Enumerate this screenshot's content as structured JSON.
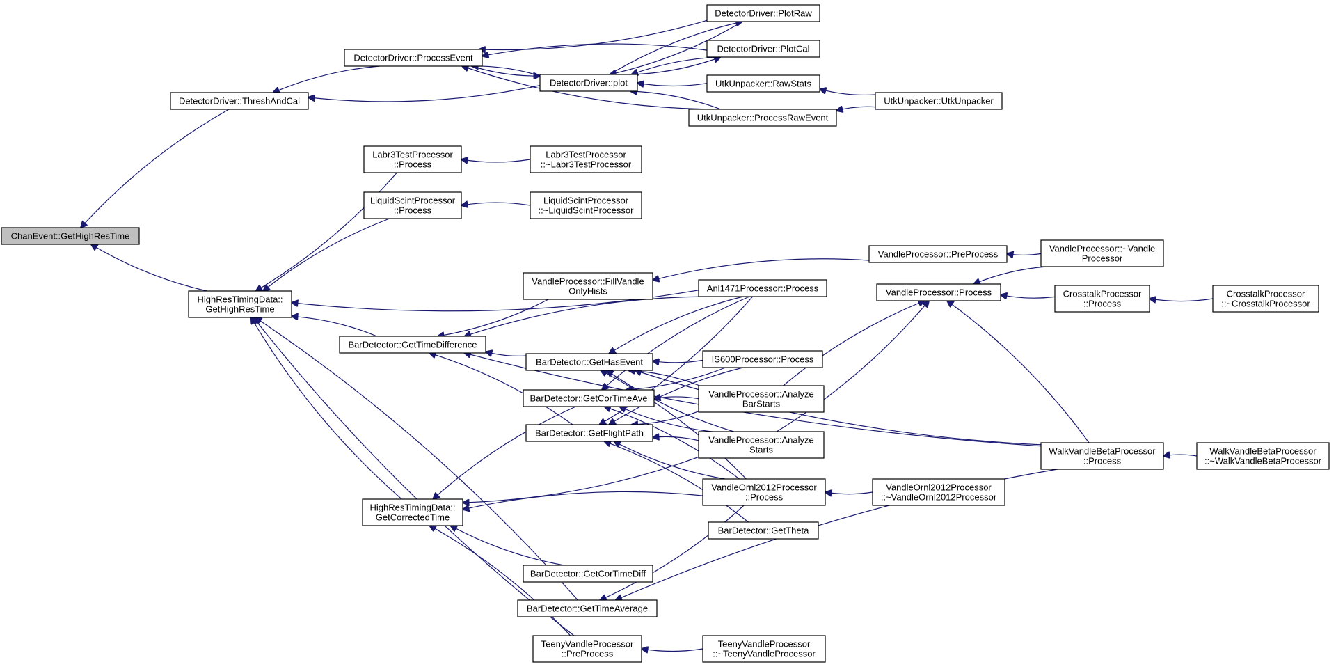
{
  "graph": {
    "kind": "doxygen-caller-graph",
    "edge_color": "#191970",
    "root_fill": "#bfbfbf",
    "nodes": [
      {
        "id": "chanevent",
        "lines": [
          "ChanEvent::GetHighResTime"
        ],
        "root": true
      },
      {
        "id": "threshandcal",
        "lines": [
          "DetectorDriver::ThreshAndCal"
        ]
      },
      {
        "id": "processevent",
        "lines": [
          "DetectorDriver::ProcessEvent"
        ]
      },
      {
        "id": "plot",
        "lines": [
          "DetectorDriver::plot"
        ]
      },
      {
        "id": "plotraw",
        "lines": [
          "DetectorDriver::PlotRaw"
        ]
      },
      {
        "id": "plotcal",
        "lines": [
          "DetectorDriver::PlotCal"
        ]
      },
      {
        "id": "rawstats",
        "lines": [
          "UtkUnpacker::RawStats"
        ]
      },
      {
        "id": "processrawevent",
        "lines": [
          "UtkUnpacker::ProcessRawEvent"
        ]
      },
      {
        "id": "utkunpacker",
        "lines": [
          "UtkUnpacker::UtkUnpacker"
        ]
      },
      {
        "id": "labr3process",
        "lines": [
          "Labr3TestProcessor",
          "::Process"
        ]
      },
      {
        "id": "labr3dtor",
        "lines": [
          "Labr3TestProcessor",
          "::~Labr3TestProcessor"
        ]
      },
      {
        "id": "liquidprocess",
        "lines": [
          "LiquidScintProcessor",
          "::Process"
        ]
      },
      {
        "id": "liquiddtor",
        "lines": [
          "LiquidScintProcessor",
          "::~LiquidScintProcessor"
        ]
      },
      {
        "id": "hrtgethighrestime",
        "lines": [
          "HighResTimingData::",
          "GetHighResTime"
        ]
      },
      {
        "id": "vandlepreprocess",
        "lines": [
          "VandleProcessor::PreProcess"
        ]
      },
      {
        "id": "vandledtor",
        "lines": [
          "VandleProcessor::~Vandle",
          "Processor"
        ]
      },
      {
        "id": "fillvandle",
        "lines": [
          "VandleProcessor::FillVandle",
          "OnlyHists"
        ]
      },
      {
        "id": "anl1471",
        "lines": [
          "Anl1471Processor::Process"
        ]
      },
      {
        "id": "vandleprocess",
        "lines": [
          "VandleProcessor::Process"
        ]
      },
      {
        "id": "crosstalkprocess",
        "lines": [
          "CrosstalkProcessor",
          "::Process"
        ]
      },
      {
        "id": "crosstalkdtor",
        "lines": [
          "CrosstalkProcessor",
          "::~CrosstalkProcessor"
        ]
      },
      {
        "id": "gettimediff",
        "lines": [
          "BarDetector::GetTimeDifference"
        ]
      },
      {
        "id": "gethasevent",
        "lines": [
          "BarDetector::GetHasEvent"
        ]
      },
      {
        "id": "is600",
        "lines": [
          "IS600Processor::Process"
        ]
      },
      {
        "id": "getcortimeave",
        "lines": [
          "BarDetector::GetCorTimeAve"
        ]
      },
      {
        "id": "analyzebarstarts",
        "lines": [
          "VandleProcessor::Analyze",
          "BarStarts"
        ]
      },
      {
        "id": "getflightpath",
        "lines": [
          "BarDetector::GetFlightPath"
        ]
      },
      {
        "id": "analyzestarts",
        "lines": [
          "VandleProcessor::Analyze",
          "Starts"
        ]
      },
      {
        "id": "walkprocess",
        "lines": [
          "WalkVandleBetaProcessor",
          "::Process"
        ]
      },
      {
        "id": "walkdtor",
        "lines": [
          "WalkVandleBetaProcessor",
          "::~WalkVandleBetaProcessor"
        ]
      },
      {
        "id": "hrtgetcorrected",
        "lines": [
          "HighResTimingData::",
          "GetCorrectedTime"
        ]
      },
      {
        "id": "vandleornlprocess",
        "lines": [
          "VandleOrnl2012Processor",
          "::Process"
        ]
      },
      {
        "id": "vandleornldtor",
        "lines": [
          "VandleOrnl2012Processor",
          "::~VandleOrnl2012Processor"
        ]
      },
      {
        "id": "gettheta",
        "lines": [
          "BarDetector::GetTheta"
        ]
      },
      {
        "id": "getcortimediff",
        "lines": [
          "BarDetector::GetCorTimeDiff"
        ]
      },
      {
        "id": "gettimeaverage",
        "lines": [
          "BarDetector::GetTimeAverage"
        ]
      },
      {
        "id": "teenypreprocess",
        "lines": [
          "TeenyVandleProcessor",
          "::PreProcess"
        ]
      },
      {
        "id": "teenydtor",
        "lines": [
          "TeenyVandleProcessor",
          "::~TeenyVandleProcessor"
        ]
      }
    ],
    "edges": [
      [
        "threshandcal",
        "chanevent"
      ],
      [
        "hrtgethighrestime",
        "chanevent"
      ],
      [
        "processevent",
        "threshandcal"
      ],
      [
        "plot",
        "threshandcal"
      ],
      [
        "plot",
        "processevent"
      ],
      [
        "plotraw",
        "processevent"
      ],
      [
        "plotcal",
        "processevent"
      ],
      [
        "processrawevent",
        "processevent"
      ],
      [
        "processevent",
        "plot"
      ],
      [
        "plotraw",
        "plot"
      ],
      [
        "plotcal",
        "plot"
      ],
      [
        "rawstats",
        "plot"
      ],
      [
        "processrawevent",
        "plot"
      ],
      [
        "plot",
        "plotraw"
      ],
      [
        "plot",
        "plotcal"
      ],
      [
        "utkunpacker",
        "rawstats"
      ],
      [
        "utkunpacker",
        "processrawevent"
      ],
      [
        "labr3dtor",
        "labr3process"
      ],
      [
        "liquiddtor",
        "liquidprocess"
      ],
      [
        "labr3process",
        "hrtgethighrestime"
      ],
      [
        "liquidprocess",
        "hrtgethighrestime"
      ],
      [
        "anl1471",
        "hrtgethighrestime"
      ],
      [
        "gettimediff",
        "hrtgethighrestime"
      ],
      [
        "hrtgetcorrected",
        "hrtgethighrestime"
      ],
      [
        "gettimeaverage",
        "hrtgethighrestime"
      ],
      [
        "teenypreprocess",
        "hrtgethighrestime"
      ],
      [
        "vandlepreprocess",
        "fillvandle"
      ],
      [
        "vandledtor",
        "vandlepreprocess"
      ],
      [
        "vandledtor",
        "vandleprocess"
      ],
      [
        "crosstalkprocess",
        "vandleprocess"
      ],
      [
        "walkprocess",
        "vandleprocess"
      ],
      [
        "crosstalkdtor",
        "crosstalkprocess"
      ],
      [
        "walkdtor",
        "walkprocess"
      ],
      [
        "fillvandle",
        "gettimediff"
      ],
      [
        "anl1471",
        "gettimediff"
      ],
      [
        "gethasevent",
        "gettimediff"
      ],
      [
        "getflightpath",
        "gettimediff"
      ],
      [
        "walkprocess",
        "gettimediff"
      ],
      [
        "anl1471",
        "gethasevent"
      ],
      [
        "is600",
        "gethasevent"
      ],
      [
        "analyzebarstarts",
        "gethasevent"
      ],
      [
        "analyzestarts",
        "gethasevent"
      ],
      [
        "vandleornlprocess",
        "gethasevent"
      ],
      [
        "walkprocess",
        "gethasevent"
      ],
      [
        "anl1471",
        "getcortimeave"
      ],
      [
        "is600",
        "getcortimeave"
      ],
      [
        "analyzebarstarts",
        "getcortimeave"
      ],
      [
        "analyzestarts",
        "getcortimeave"
      ],
      [
        "vandleornlprocess",
        "getcortimeave"
      ],
      [
        "anl1471",
        "getflightpath"
      ],
      [
        "is600",
        "getflightpath"
      ],
      [
        "analyzebarstarts",
        "getflightpath"
      ],
      [
        "analyzestarts",
        "getflightpath"
      ],
      [
        "vandleornlprocess",
        "getflightpath"
      ],
      [
        "gettheta",
        "getflightpath"
      ],
      [
        "analyzebarstarts",
        "vandleprocess"
      ],
      [
        "analyzestarts",
        "vandleprocess"
      ],
      [
        "vandleornldtor",
        "vandleornlprocess"
      ],
      [
        "getcortimeave",
        "hrtgetcorrected"
      ],
      [
        "analyzestarts",
        "hrtgetcorrected"
      ],
      [
        "vandleornlprocess",
        "hrtgetcorrected"
      ],
      [
        "getcortimediff",
        "hrtgetcorrected"
      ],
      [
        "teenypreprocess",
        "hrtgetcorrected"
      ],
      [
        "vandleornlprocess",
        "gettimeaverage"
      ],
      [
        "walkprocess",
        "gettimeaverage"
      ],
      [
        "teenydtor",
        "teenypreprocess"
      ]
    ]
  }
}
